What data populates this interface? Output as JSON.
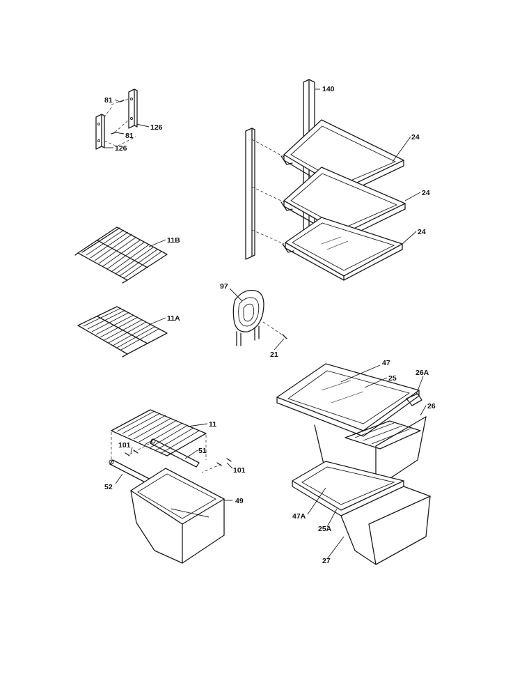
{
  "callouts": {
    "c140": "140",
    "c81a": "81",
    "c81b": "81",
    "c126a": "126",
    "c126b": "126",
    "c24a": "24",
    "c24b": "24",
    "c24c": "24",
    "c11b": "11B",
    "c11a": "11A",
    "c97": "97",
    "c21": "21",
    "c47": "47",
    "c25": "25",
    "c26a": "26A",
    "c26": "26",
    "c11": "11",
    "c101a": "101",
    "c101b": "101",
    "c51": "51",
    "c52": "52",
    "c49": "49",
    "c47a": "47A",
    "c25a": "25A",
    "c27": "27"
  },
  "colors": {
    "line": "#1a1a1a",
    "background": "#ffffff"
  }
}
